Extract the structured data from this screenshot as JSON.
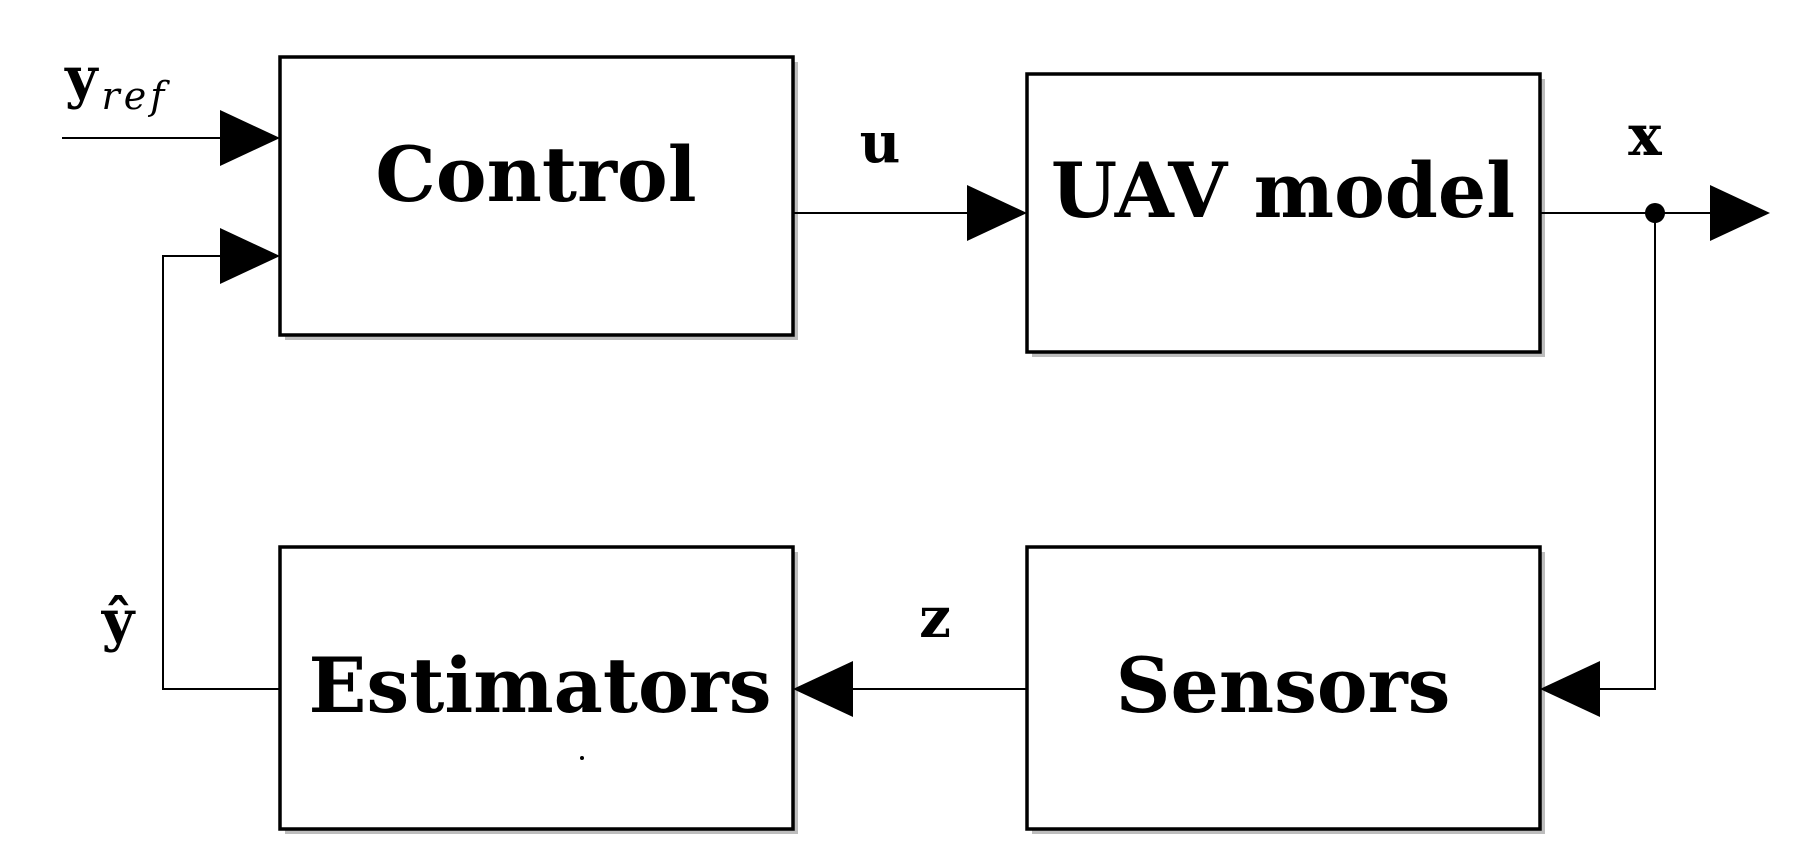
{
  "blocks": {
    "control": "Control",
    "uav_model": "UAV model",
    "estimators": "Estimators",
    "sensors": "Sensors"
  },
  "signals": {
    "y_ref_base": "y",
    "y_ref_sub": "ref",
    "u": "u",
    "x": "x",
    "z": "z",
    "y_hat": "ŷ"
  },
  "colors": {
    "line": "#000000",
    "background": "#ffffff"
  }
}
